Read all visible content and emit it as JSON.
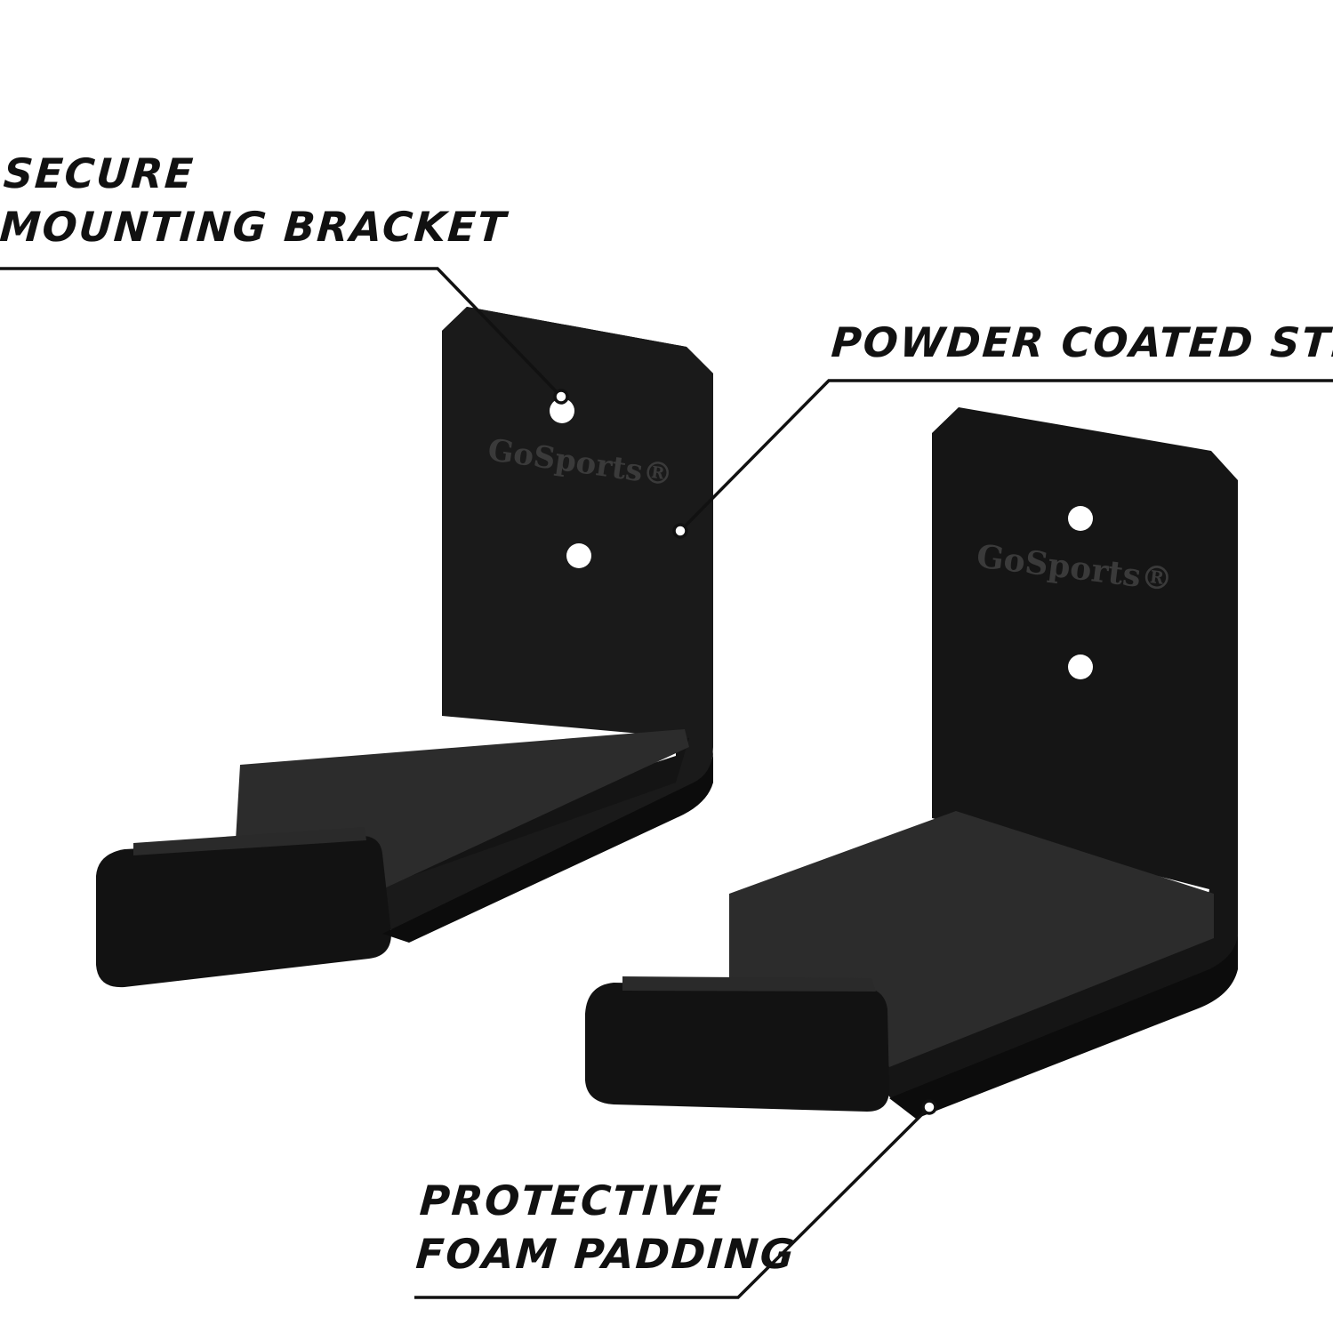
{
  "callouts": {
    "mounting": {
      "line1": "SECURE",
      "line2": "MOUNTING BRACKET"
    },
    "steel": {
      "line1": "POWDER COATED STEEL"
    },
    "foam": {
      "line1": "PROTECTIVE",
      "line2": "FOAM PADDING"
    }
  },
  "brand": {
    "logo": "GoSports®"
  },
  "colors": {
    "background": "#ffffff",
    "bracket": "#141414",
    "foam": "#2a2a2a",
    "text": "#111111",
    "logo": "#3a3a3a"
  }
}
